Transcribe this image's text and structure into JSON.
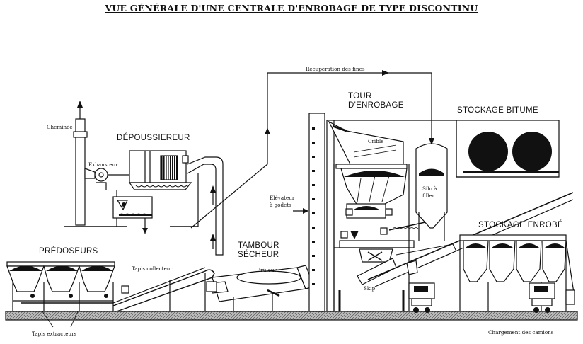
{
  "title": "VUE GÉNÉRALE D'UNE CENTRALE D'ENROBAGE DE TYPE DISCONTINU",
  "labels": {
    "cheminee": "Cheminée",
    "exhausteur": "Exhausteur",
    "depoussiereur": "DÉPOUSSIEREUR",
    "recuperation": "Récupération des fines",
    "tour_line1": "TOUR",
    "tour_line2": "D'ENROBAGE",
    "stockage_bitume": "STOCKAGE BITUME",
    "crible": "Crible",
    "elevateur_line1": "Élévateur",
    "elevateur_line2": "à godets",
    "silo_line1": "Silo à",
    "silo_line2": "filler",
    "stockage_enrobe": "STOCKAGE ENROBÉ",
    "tambour_line1": "TAMBOUR",
    "tambour_line2": "SÉCHEUR",
    "bruleur": "Brûleur",
    "predoseurs": "PRÉDOSEURS",
    "tapis_collecteur": "Tapis collecteur",
    "skip": "Skip",
    "tapis_extracteurs": "Tapis extracteurs",
    "chargement": "Chargement des camions"
  },
  "colors": {
    "ink": "#111111",
    "ground": "#9a9a9a",
    "paper": "#ffffff"
  }
}
